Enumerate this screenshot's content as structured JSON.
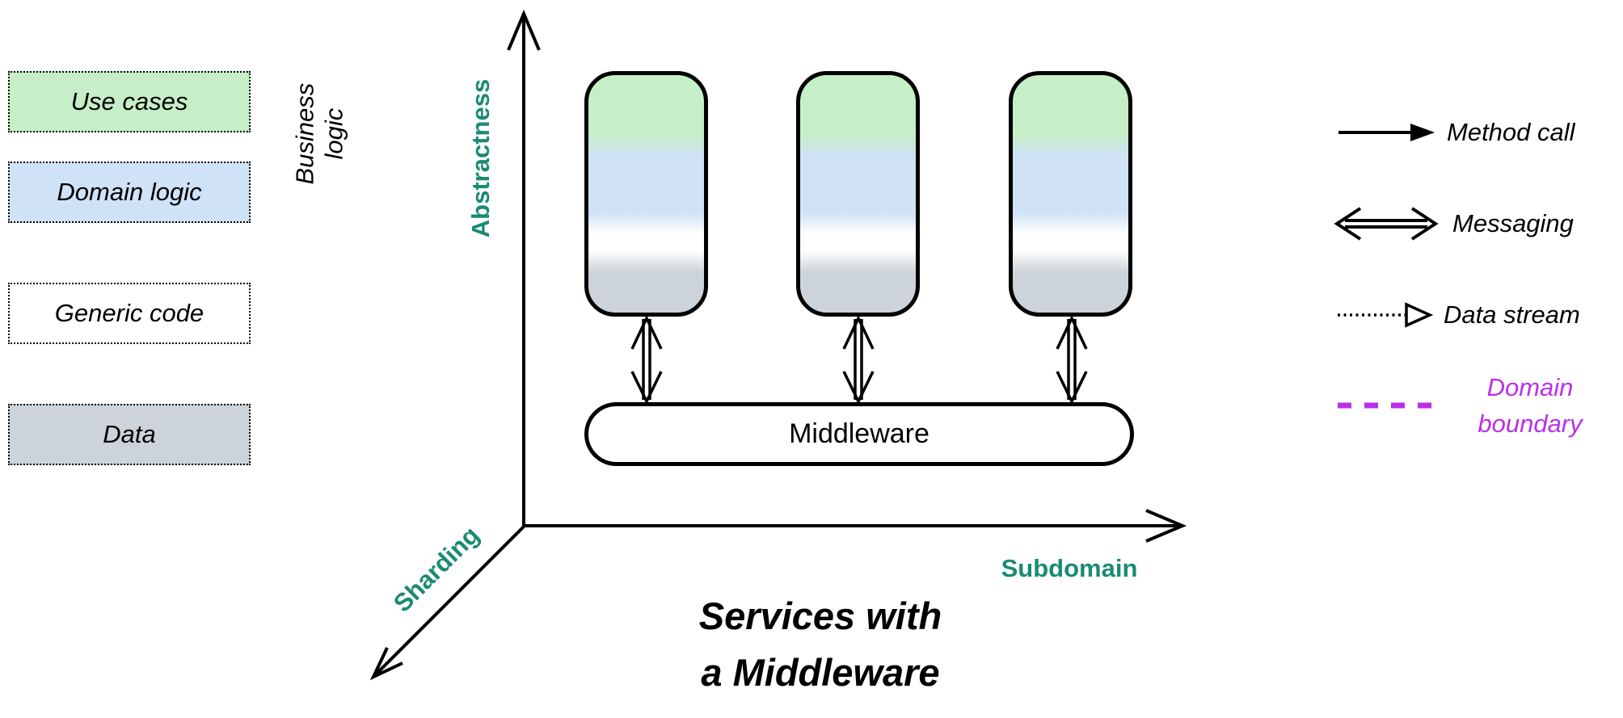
{
  "title": {
    "lines": [
      "Services with",
      "a Middleware"
    ]
  },
  "layer_legend": {
    "items": [
      {
        "label": "Use cases"
      },
      {
        "label": "Domain logic"
      },
      {
        "label": "Generic code"
      },
      {
        "label": "Data"
      }
    ],
    "group_label": {
      "lines": [
        "Business",
        "logic"
      ]
    }
  },
  "axes": {
    "vertical": "Abstractness",
    "horizontal": "Subdomain",
    "depth": "Sharding"
  },
  "diagram": {
    "middleware_label": "Middleware",
    "service_count": 3
  },
  "arrow_legend": [
    {
      "label": "Method call"
    },
    {
      "label": "Messaging"
    },
    {
      "label": "Data stream"
    },
    {
      "label": "Domain boundary"
    }
  ],
  "colors": {
    "axis_label_teal": "#1a8b72",
    "domain_boundary_magenta": "#bb2fe8",
    "use_cases_green": "#c6eec7",
    "domain_logic_blue": "#cfe2f6",
    "generic_code_white": "#ffffff",
    "data_gray": "#ccd3da",
    "stroke_black": "#000000"
  }
}
